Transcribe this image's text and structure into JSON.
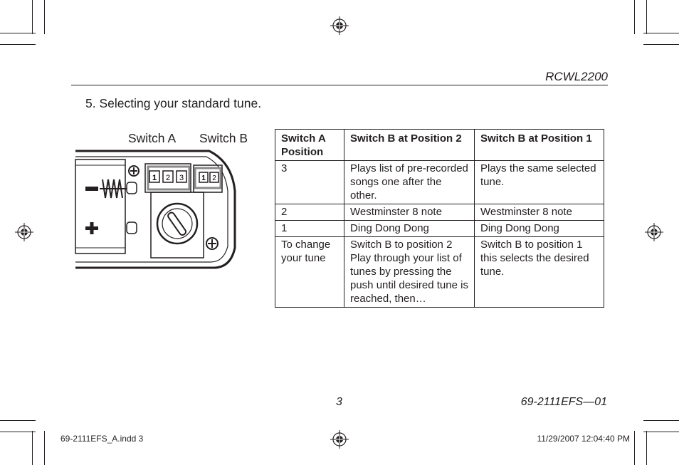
{
  "header": {
    "model": "RCWL2200"
  },
  "step": {
    "text": "5.  Selecting your standard tune."
  },
  "diagram": {
    "switch_a_label": "Switch A",
    "switch_b_label": "Switch B",
    "switch_a_positions": [
      "1",
      "2",
      "3"
    ],
    "switch_b_positions": [
      "1",
      "2"
    ],
    "battery_minus": "−",
    "battery_plus": "+"
  },
  "table": {
    "headers": [
      "Switch A Position",
      "Switch B at Position 2",
      "Switch B at Position 1"
    ],
    "rows": [
      [
        "3",
        "Plays list of pre-recorded songs one after the other.",
        "Plays the same selected tune."
      ],
      [
        "2",
        "Westminster 8 note",
        "Westminster 8 note"
      ],
      [
        "1",
        "Ding Dong Dong",
        "Ding Dong Dong"
      ],
      [
        "To change your tune",
        "Switch B to position 2 Play through your list of tunes by pressing the push until desired tune is reached, then…",
        "Switch B to position 1 this selects the desired tune."
      ]
    ]
  },
  "footer": {
    "page_number": "3",
    "doc_number": "69-2111EFS—01"
  },
  "slug": {
    "file": "69-2111EFS_A.indd   3",
    "timestamp": "11/29/2007   12:04:40 PM"
  }
}
